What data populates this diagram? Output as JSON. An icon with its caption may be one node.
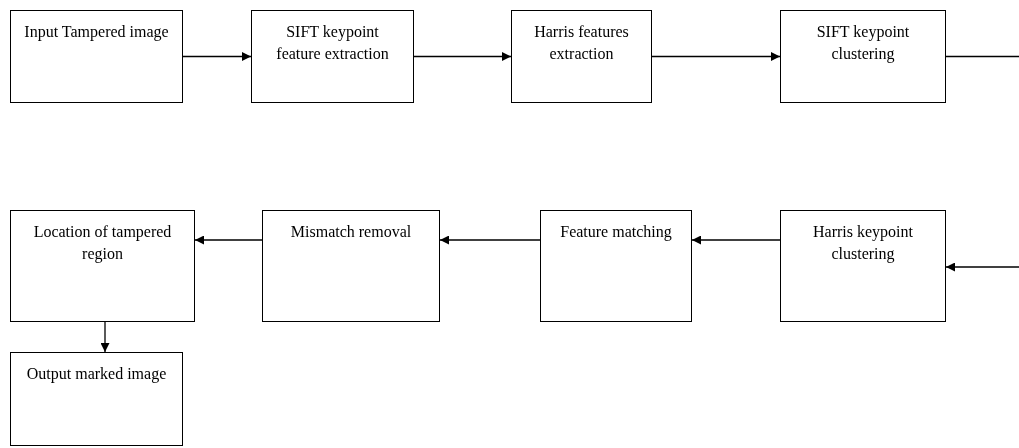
{
  "diagram": {
    "nodes": [
      {
        "text": [
          "Input Tampered image"
        ]
      },
      {
        "text": [
          "SIFT keypoint feature extraction"
        ]
      },
      {
        "text": [
          "Harris features extraction"
        ]
      },
      {
        "text": [
          "SIFT keypoint clustering"
        ]
      },
      {
        "text": [
          "Harris keypoint clustering"
        ]
      },
      {
        "text": [
          "Feature matching"
        ]
      },
      {
        "text": [
          "Mismatch removal"
        ]
      },
      {
        "text": [
          "Location of tampered region"
        ]
      },
      {
        "text": [
          "Output marked image"
        ]
      }
    ],
    "edges": [
      {
        "from": 0,
        "to": 1,
        "arrow": "to"
      },
      {
        "from": 1,
        "to": 2,
        "arrow": "to"
      },
      {
        "from": 2,
        "to": 3,
        "arrow": "to"
      },
      {
        "from": 3,
        "to": null,
        "arrow": "none"
      },
      {
        "from": null,
        "to": 4,
        "arrow": "to"
      },
      {
        "from": 4,
        "to": 5,
        "arrow": "to"
      },
      {
        "from": 5,
        "to": 6,
        "arrow": "to"
      },
      {
        "from": 6,
        "to": 7,
        "arrow": "to"
      },
      {
        "from": 7,
        "to": 8,
        "arrow": "to"
      }
    ]
  }
}
